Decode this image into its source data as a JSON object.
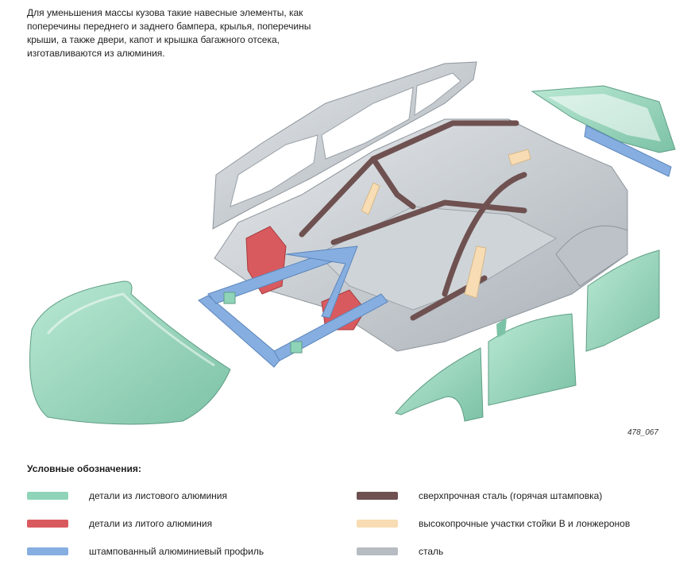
{
  "intro_lines": [
    "Для уменьшения массы кузова такие навесные элементы, как",
    "поперечины переднего и заднего бампера, крылья, поперечины",
    "крыши, а также двери, капот и крышка багажного отсека,",
    "изготавливаются из алюминия."
  ],
  "figure_code": "478_067",
  "legend": {
    "title": "Условные обозначения:",
    "items": [
      {
        "label": "детали из листового алюминия",
        "color": "#8fd4b8"
      },
      {
        "label": "детали из литого алюминия",
        "color": "#d95a5e"
      },
      {
        "label": "штампованный алюминиевый профиль",
        "color": "#86aee0"
      },
      {
        "label": "сверхпрочная сталь (горячая штамповка)",
        "color": "#6e5150"
      },
      {
        "label": "высокопрочные участки стойки В и лонжеронов",
        "color": "#f7dcb4"
      },
      {
        "label": "сталь",
        "color": "#b6bcc1"
      }
    ]
  }
}
